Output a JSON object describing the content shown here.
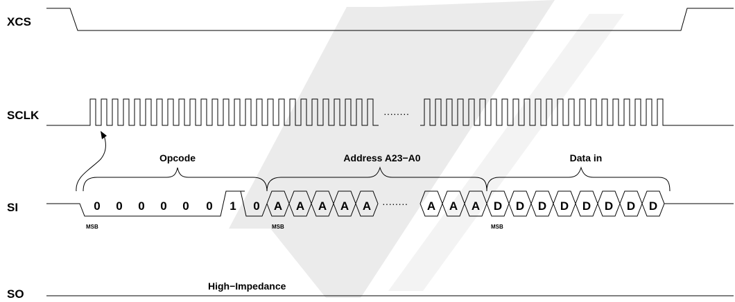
{
  "signals": {
    "xcs": "XCS",
    "sclk": "SCLK",
    "si": "SI",
    "so": "SO"
  },
  "groups": {
    "opcode": "Opcode",
    "address": "Address A23−A0",
    "data": "Data in"
  },
  "opcode_bits": [
    "0",
    "0",
    "0",
    "0",
    "0",
    "0",
    "1",
    "0"
  ],
  "address_bits_first": [
    "A",
    "A",
    "A",
    "A",
    "A"
  ],
  "address_bits_last": [
    "A",
    "A",
    "A"
  ],
  "data_bits": [
    "D",
    "D",
    "D",
    "D",
    "D",
    "D",
    "D",
    "D"
  ],
  "msb_label": "MSB",
  "ellipsis": "········",
  "so_state": "High−Impedance",
  "watermark_color": "#ebebeb"
}
